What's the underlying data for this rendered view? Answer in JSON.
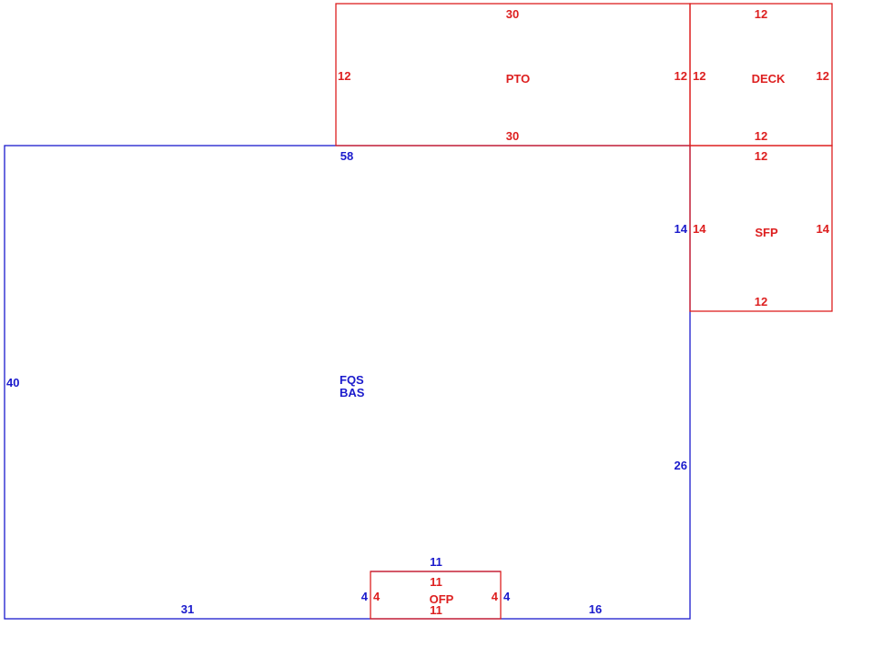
{
  "colors": {
    "main_area": "#1a1acc",
    "additions": "#dd1f1f",
    "background": "#ffffff"
  },
  "areas": {
    "bas": {
      "codes": [
        "FQS",
        "BAS"
      ],
      "dims": {
        "top": "58",
        "left": "40",
        "right_upper": "14",
        "right_lower": "26",
        "bottom_left": "31",
        "bottom_right": "16",
        "notch_top": "11",
        "notch_left": "4",
        "notch_right": "4"
      }
    },
    "pto": {
      "code": "PTO",
      "dims": {
        "top": "30",
        "bottom": "30",
        "left": "12",
        "right": "12"
      }
    },
    "deck": {
      "code": "DECK",
      "dims": {
        "top": "12",
        "bottom": "12",
        "left": "12",
        "right": "12"
      }
    },
    "sfp": {
      "code": "SFP",
      "dims": {
        "top": "12",
        "bottom": "12",
        "left": "14",
        "right": "14"
      }
    },
    "ofp": {
      "code": "OFP",
      "dims": {
        "top": "11",
        "bottom": "11",
        "left": "4",
        "right": "4"
      }
    }
  }
}
